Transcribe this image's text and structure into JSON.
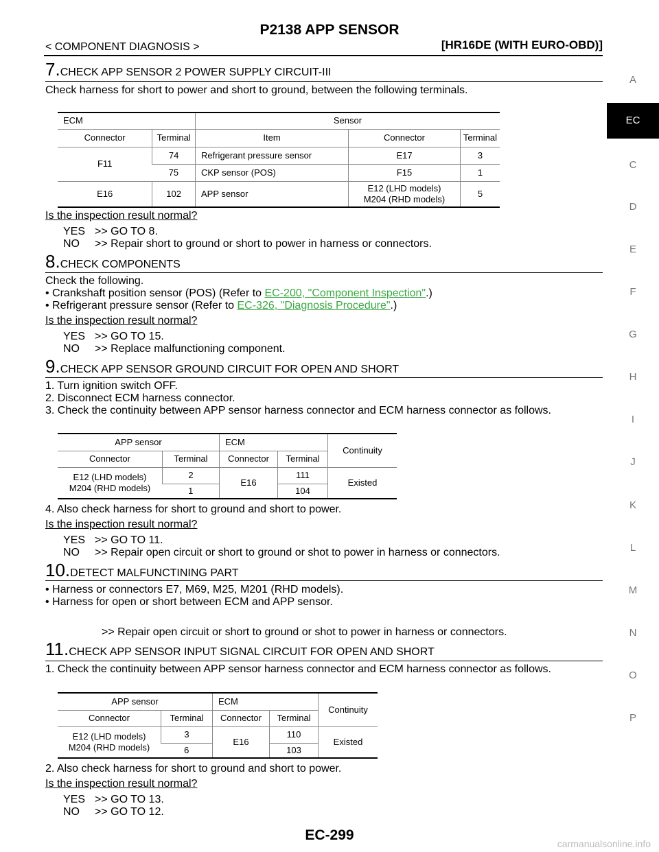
{
  "header": {
    "title": "P2138 APP SENSOR",
    "breadcrumb": "< COMPONENT DIAGNOSIS >",
    "engine": "[HR16DE (WITH EURO-OBD)]"
  },
  "sidebar": {
    "letters": [
      "A",
      "C",
      "D",
      "E",
      "F",
      "G",
      "H",
      "I",
      "J",
      "K",
      "L",
      "M",
      "N",
      "O",
      "P"
    ],
    "active": "EC"
  },
  "step7": {
    "num": "7.",
    "heading": "CHECK APP SENSOR 2 POWER SUPPLY CIRCUIT-III",
    "intro": "Check harness for short to power and short to ground, between the following terminals.",
    "table": {
      "h_ecm": "ECM",
      "h_sensor": "Sensor",
      "h_connector": "Connector",
      "h_terminal": "Terminal",
      "h_item": "Item",
      "h_connector2": "Connector",
      "h_terminal2": "Terminal",
      "rows": [
        {
          "conn": "F11",
          "term": "74",
          "item": "Refrigerant pressure sensor",
          "sconn": "E17",
          "sterm": "3"
        },
        {
          "term": "75",
          "item": "CKP sensor (POS)",
          "sconn": "F15",
          "sterm": "1"
        },
        {
          "conn": "E16",
          "term": "102",
          "item": "APP sensor",
          "sconn1": "E12 (LHD models)",
          "sconn2": "M204 (RHD models)",
          "sterm": "5"
        }
      ]
    },
    "question": "Is the inspection result normal?",
    "yes_key": "YES",
    "yes_val": ">> GO TO 8.",
    "no_key": "NO",
    "no_val": ">> Repair short to ground or short to power in harness or connectors."
  },
  "step8": {
    "num": "8.",
    "heading": "CHECK COMPONENTS",
    "intro": "Check the following.",
    "b1_pre": "• Crankshaft position sensor (POS) (Refer to ",
    "b1_link": "EC-200, \"Component Inspection\"",
    "b1_post": ".)",
    "b2_pre": "• Refrigerant pressure sensor (Refer to ",
    "b2_link": "EC-326, \"Diagnosis Procedure\"",
    "b2_post": ".)",
    "question": "Is the inspection result normal?",
    "yes_key": "YES",
    "yes_val": ">> GO TO 15.",
    "no_key": "NO",
    "no_val": ">> Replace malfunctioning component."
  },
  "step9": {
    "num": "9.",
    "heading": "CHECK APP SENSOR GROUND CIRCUIT FOR OPEN AND SHORT",
    "l1": "1.  Turn ignition switch OFF.",
    "l2": "2.  Disconnect ECM harness connector.",
    "l3": "3.  Check the continuity between APP sensor harness connector and ECM harness connector as follows.",
    "table": {
      "h_app": "APP sensor",
      "h_ecm": "ECM",
      "h_cont": "Continuity",
      "h_c1": "Connector",
      "h_t1": "Terminal",
      "h_c2": "Connector",
      "h_t2": "Terminal",
      "conn1": "E12 (LHD models)",
      "conn2": "M204 (RHD models)",
      "t_a": "2",
      "t_b": "1",
      "ecm_conn": "E16",
      "e_a": "111",
      "e_b": "104",
      "cont": "Existed"
    },
    "l4": "4.  Also check harness for short to ground and short to power.",
    "question": "Is the inspection result normal?",
    "yes_key": "YES",
    "yes_val": ">> GO TO 11.",
    "no_key": "NO",
    "no_val": ">> Repair open circuit or short to ground or shot to power in harness or connectors."
  },
  "step10": {
    "num": "10.",
    "heading": "DETECT MALFUNCTINING PART",
    "b1": "• Harness or connectors E7, M69, M25, M201 (RHD models).",
    "b2": "• Harness for open or short between ECM and APP sensor.",
    "action": ">> Repair open circuit or short to ground or shot to power in harness or connectors."
  },
  "step11": {
    "num": "11.",
    "heading": "CHECK APP SENSOR INPUT SIGNAL CIRCUIT FOR OPEN AND SHORT",
    "l1": "1.  Check the continuity between APP sensor harness connector and ECM harness connector as follows.",
    "table": {
      "h_app": "APP sensor",
      "h_ecm": "ECM",
      "h_cont": "Continuity",
      "h_c1": "Connector",
      "h_t1": "Terminal",
      "h_c2": "Connector",
      "h_t2": "Terminal",
      "conn1": "E12 (LHD models)",
      "conn2": "M204 (RHD models)",
      "t_a": "3",
      "t_b": "6",
      "ecm_conn": "E16",
      "e_a": "110",
      "e_b": "103",
      "cont": "Existed"
    },
    "l2": "2.  Also check harness for short to ground and short to power.",
    "question": "Is the inspection result normal?",
    "yes_key": "YES",
    "yes_val": ">> GO TO 13.",
    "no_key": "NO",
    "no_val": ">> GO TO 12."
  },
  "footer": {
    "page": "EC-299",
    "watermark": "carmanualsonline.info"
  }
}
